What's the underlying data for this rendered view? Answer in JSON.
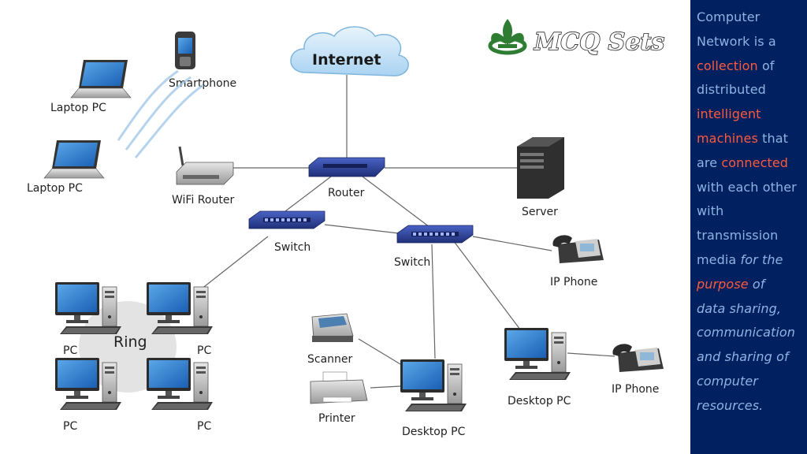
{
  "logo": {
    "text": "MCQ Sets"
  },
  "diagram": {
    "internet": "Internet",
    "smartphone": "Smartphone",
    "laptop_1": "Laptop PC",
    "laptop_2": "Laptop PC",
    "wifi_router": "WiFi Router",
    "router": "Router",
    "server": "Server",
    "switch_1": "Switch",
    "switch_2": "Switch",
    "ip_phone_1": "IP Phone",
    "ip_phone_2": "IP Phone",
    "ring": "Ring",
    "pc_tl": "PC",
    "pc_tr": "PC",
    "pc_bl": "PC",
    "pc_br": "PC",
    "scanner": "Scanner",
    "printer": "Printer",
    "desktop_pc_1": "Desktop PC",
    "desktop_pc_2": "Desktop PC"
  },
  "sidebar": {
    "lines": [
      [
        {
          "t": "Computer",
          "s": "n"
        }
      ],
      [
        {
          "t": "Network is a",
          "s": "n"
        }
      ],
      [
        {
          "t": "collection",
          "s": "hl"
        },
        {
          "t": " of",
          "s": "n"
        }
      ],
      [
        {
          "t": "distributed",
          "s": "n"
        }
      ],
      [
        {
          "t": "intelligent",
          "s": "hl"
        }
      ],
      [
        {
          "t": "machines",
          "s": "hl"
        },
        {
          "t": " that",
          "s": "n"
        }
      ],
      [
        {
          "t": "are ",
          "s": "n"
        },
        {
          "t": "connected",
          "s": "hl"
        }
      ],
      [
        {
          "t": "with each other",
          "s": "n"
        }
      ],
      [
        {
          "t": "with",
          "s": "n"
        }
      ],
      [
        {
          "t": "transmission",
          "s": "n"
        }
      ],
      [
        {
          "t": "media ",
          "s": "n"
        },
        {
          "t": "for the",
          "s": "it"
        }
      ],
      [
        {
          "t": "purpose",
          "s": "it-hl"
        },
        {
          "t": " of",
          "s": "it"
        }
      ],
      [
        {
          "t": "data sharing,",
          "s": "it"
        }
      ],
      [
        {
          "t": "communication",
          "s": "it"
        }
      ],
      [
        {
          "t": "and sharing of",
          "s": "it"
        }
      ],
      [
        {
          "t": "computer",
          "s": "it"
        }
      ],
      [
        {
          "t": "resources.",
          "s": "it"
        }
      ]
    ]
  },
  "colors": {
    "sidebar_bg": "#002060",
    "sidebar_text": "#8db3e2",
    "highlight": "#ff5a3c",
    "switch_blue": "#2a3f8f",
    "logo_green": "#2e7d32"
  }
}
